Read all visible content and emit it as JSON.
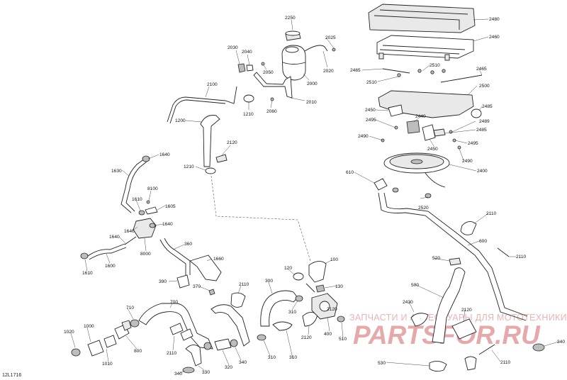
{
  "figure_code": "12L1716",
  "watermark": {
    "text": "ЗАПЧАСТИ И АКСЕССУАРЫ ДЛЯ МОТОТЕХНИКИ",
    "logo": "PARTSFOR.RU"
  },
  "part_labels": [
    "2250",
    "2025",
    "2030",
    "2040",
    "2050",
    "2020",
    "2000",
    "2100",
    "1210",
    "2060",
    "2010",
    "1200",
    "2120",
    "1640",
    "1210",
    "1630",
    "8100",
    "1610",
    "1605",
    "1640",
    "1640",
    "8000",
    "1640",
    "1600",
    "1610",
    "360",
    "1660",
    "390",
    "370",
    "2110",
    "700",
    "710",
    "1000",
    "1020",
    "1010",
    "800",
    "2110",
    "340",
    "330",
    "320",
    "340",
    "300",
    "310",
    "120",
    "100",
    "130",
    "310",
    "2120",
    "400",
    "510",
    "2120",
    "310",
    "2480",
    "2460",
    "2465",
    "2510",
    "2465",
    "2510",
    "2500",
    "2485",
    "2450",
    "2440",
    "2495",
    "2489",
    "2485",
    "2490",
    "2450",
    "2495",
    "2490",
    "2400",
    "610",
    "2520",
    "2110",
    "600",
    "2110",
    "520",
    "500",
    "2430",
    "2120",
    "340",
    "530",
    "2110"
  ]
}
